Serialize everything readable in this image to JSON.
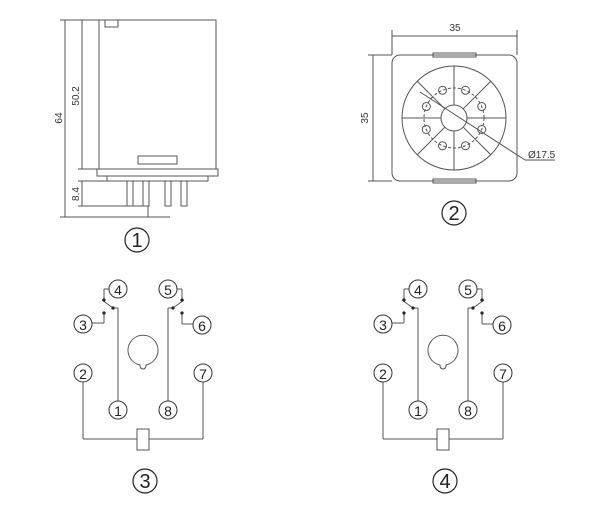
{
  "views": {
    "side": {
      "label": "1",
      "dims": {
        "total_height": "64",
        "body_height": "50.2",
        "pin_length": "8.4"
      }
    },
    "bottom": {
      "label": "2",
      "dims": {
        "width": "35",
        "height": "35",
        "diameter": "Ø17.5"
      }
    },
    "wiring_a": {
      "label": "3",
      "pins": [
        "1",
        "2",
        "3",
        "4",
        "5",
        "6",
        "7",
        "8"
      ]
    },
    "wiring_b": {
      "label": "4",
      "pins": [
        "1",
        "2",
        "3",
        "4",
        "5",
        "6",
        "7",
        "8"
      ]
    }
  }
}
